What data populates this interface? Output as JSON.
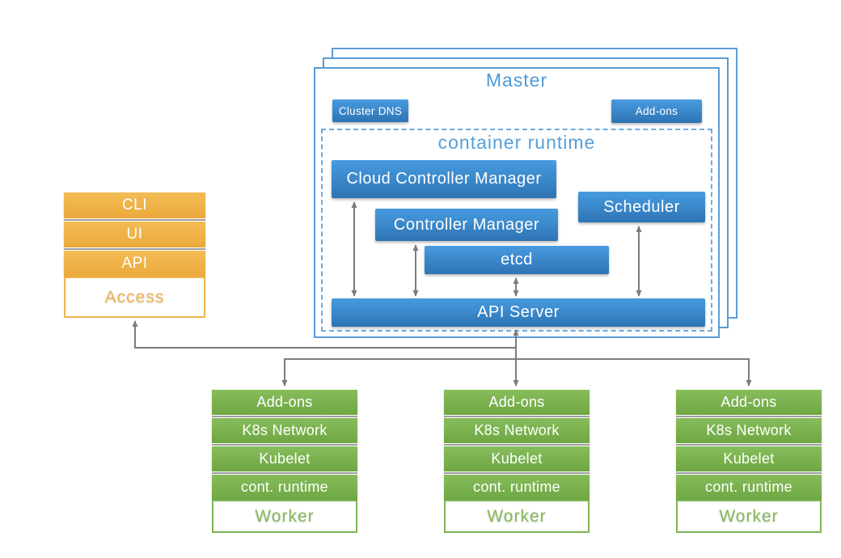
{
  "diagram": {
    "master": {
      "title": "Master",
      "badges": {
        "cluster_dns": "Cluster DNS",
        "add_ons": "Add-ons"
      },
      "runtime": {
        "title": "container runtime",
        "components": {
          "cloud_controller_manager": "Cloud Controller Manager",
          "controller_manager": "Controller Manager",
          "etcd": "etcd",
          "scheduler": "Scheduler",
          "api_server": "API Server"
        }
      }
    },
    "access": {
      "rows": [
        "CLI",
        "UI",
        "API"
      ],
      "label": "Access"
    },
    "workers": [
      {
        "rows": [
          "Add-ons",
          "K8s Network",
          "Kubelet",
          "cont. runtime"
        ],
        "label": "Worker"
      },
      {
        "rows": [
          "Add-ons",
          "K8s Network",
          "Kubelet",
          "cont. runtime"
        ],
        "label": "Worker"
      },
      {
        "rows": [
          "Add-ons",
          "K8s Network",
          "Kubelet",
          "cont. runtime"
        ],
        "label": "Worker"
      }
    ],
    "colors": {
      "component_blue": "#3583c4",
      "master_border_blue": "#5b9bd5",
      "title_blue": "#4e9bd8",
      "access_orange": "#f0b44e",
      "worker_green": "#76ad4b",
      "arrow_gray": "#7c7c7c"
    }
  }
}
